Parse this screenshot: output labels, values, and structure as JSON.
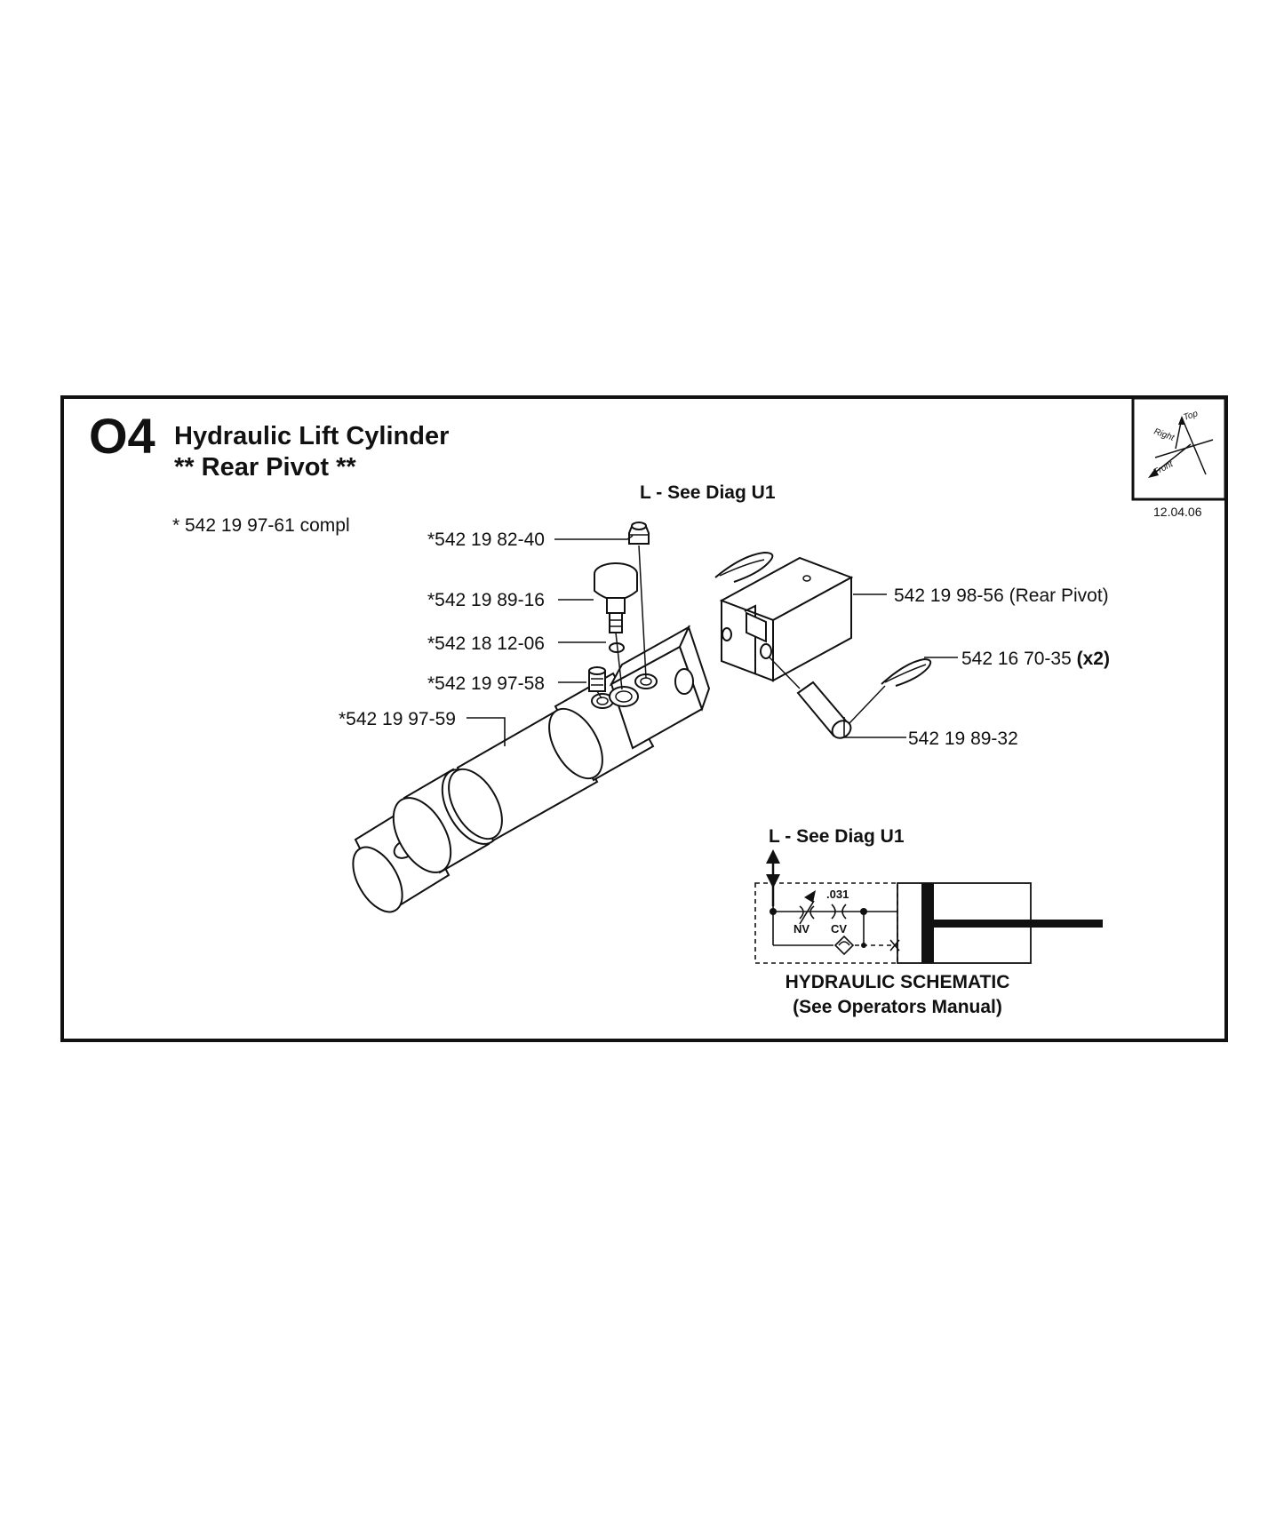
{
  "page": {
    "code": "O4",
    "title": "Hydraulic Lift Cylinder",
    "subtitle": "** Rear Pivot **",
    "date": "12.04.06"
  },
  "compass": {
    "top": "Top",
    "right": "Right",
    "front": "Front"
  },
  "assembly_note": "* 542 19 97-61 compl",
  "callouts": {
    "see_diag_top": "L - See Diag U1",
    "fitting": "*542 19 82-40",
    "knob": "*542 19 89-16",
    "oring": "*542 18 12-06",
    "valve": "*542 19 97-58",
    "cylinder": "*542 19 97-59",
    "rear_pivot_no": "542 19 98-56",
    "rear_pivot_desc": "(Rear Pivot)",
    "clip_no": "542 16 70-35",
    "clip_qty": "(x2)",
    "pin": "542 19 89-32"
  },
  "schematic": {
    "see_diag": "L - See Diag U1",
    "orifice": ".031",
    "nv": "NV",
    "cv": "CV",
    "title": "HYDRAULIC SCHEMATIC",
    "subtitle": "(See Operators Manual)"
  }
}
